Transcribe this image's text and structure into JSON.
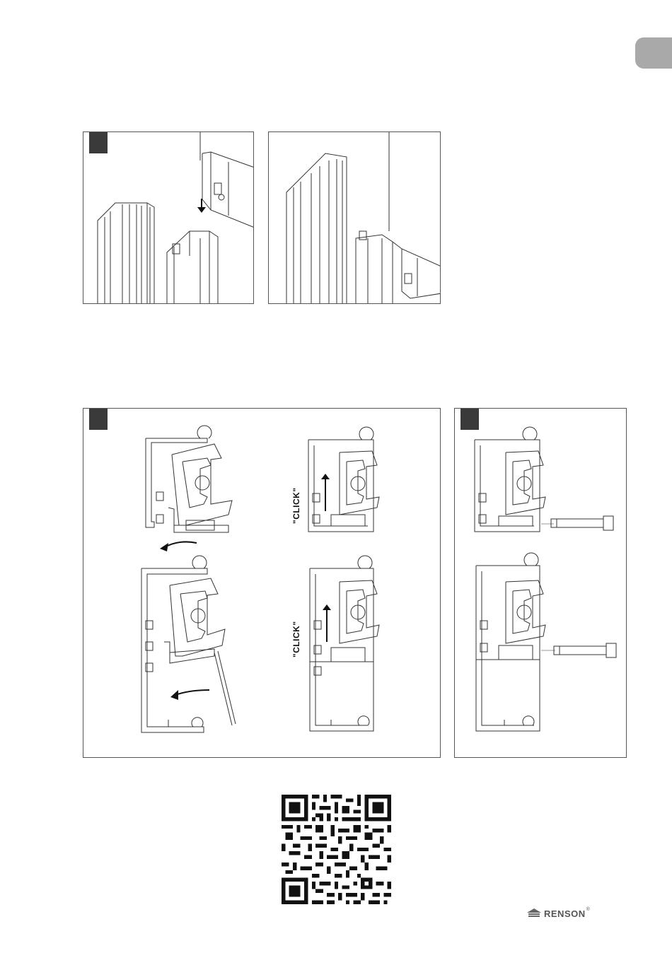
{
  "page": {
    "click_label_1": "\"CLICK\"",
    "click_label_2": "\"CLICK\"",
    "brand": "RENSON",
    "brand_mark": "®"
  },
  "icons": {
    "logo": "renson-house-logo-icon",
    "qr": "qr-code-icon",
    "arrows": [
      "arrow-down-icon",
      "arrow-up-icon",
      "curved-arrow-left-icon"
    ]
  },
  "colors": {
    "badge": "#3a3a3a",
    "tab": "#a9a9a9",
    "line": "#333333"
  }
}
